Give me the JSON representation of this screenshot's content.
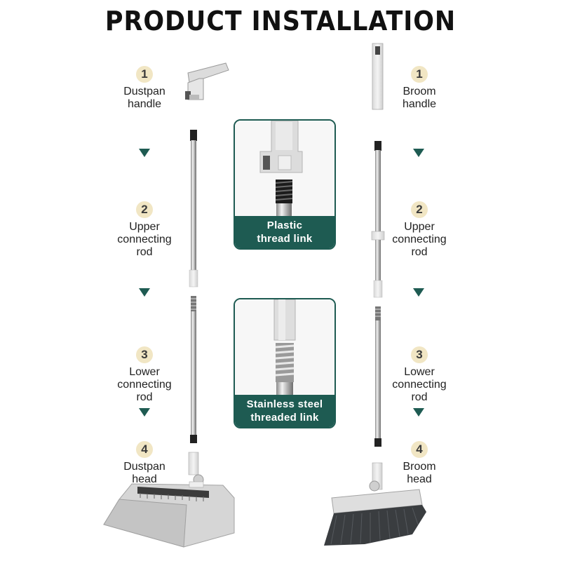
{
  "title": "PRODUCT INSTALLATION",
  "left_steps": [
    {
      "num": "1",
      "label": "Dustpan\nhandle"
    },
    {
      "num": "2",
      "label": "Upper\nconnecting\nrod"
    },
    {
      "num": "3",
      "label": "Lower\nconnecting\nrod"
    },
    {
      "num": "4",
      "label": "Dustpan\nhead"
    }
  ],
  "right_steps": [
    {
      "num": "1",
      "label": "Broom\nhandle"
    },
    {
      "num": "2",
      "label": "Upper\nconnecting\nrod"
    },
    {
      "num": "3",
      "label": "Lower\nconnecting\nrod"
    },
    {
      "num": "4",
      "label": "Broom\nhead"
    }
  ],
  "callouts": [
    {
      "caption": "Plastic\nthread link"
    },
    {
      "caption": "Stainless steel\nthreaded link"
    }
  ],
  "colors": {
    "accent": "#1e5b52",
    "badge": "#f1e6c4"
  }
}
